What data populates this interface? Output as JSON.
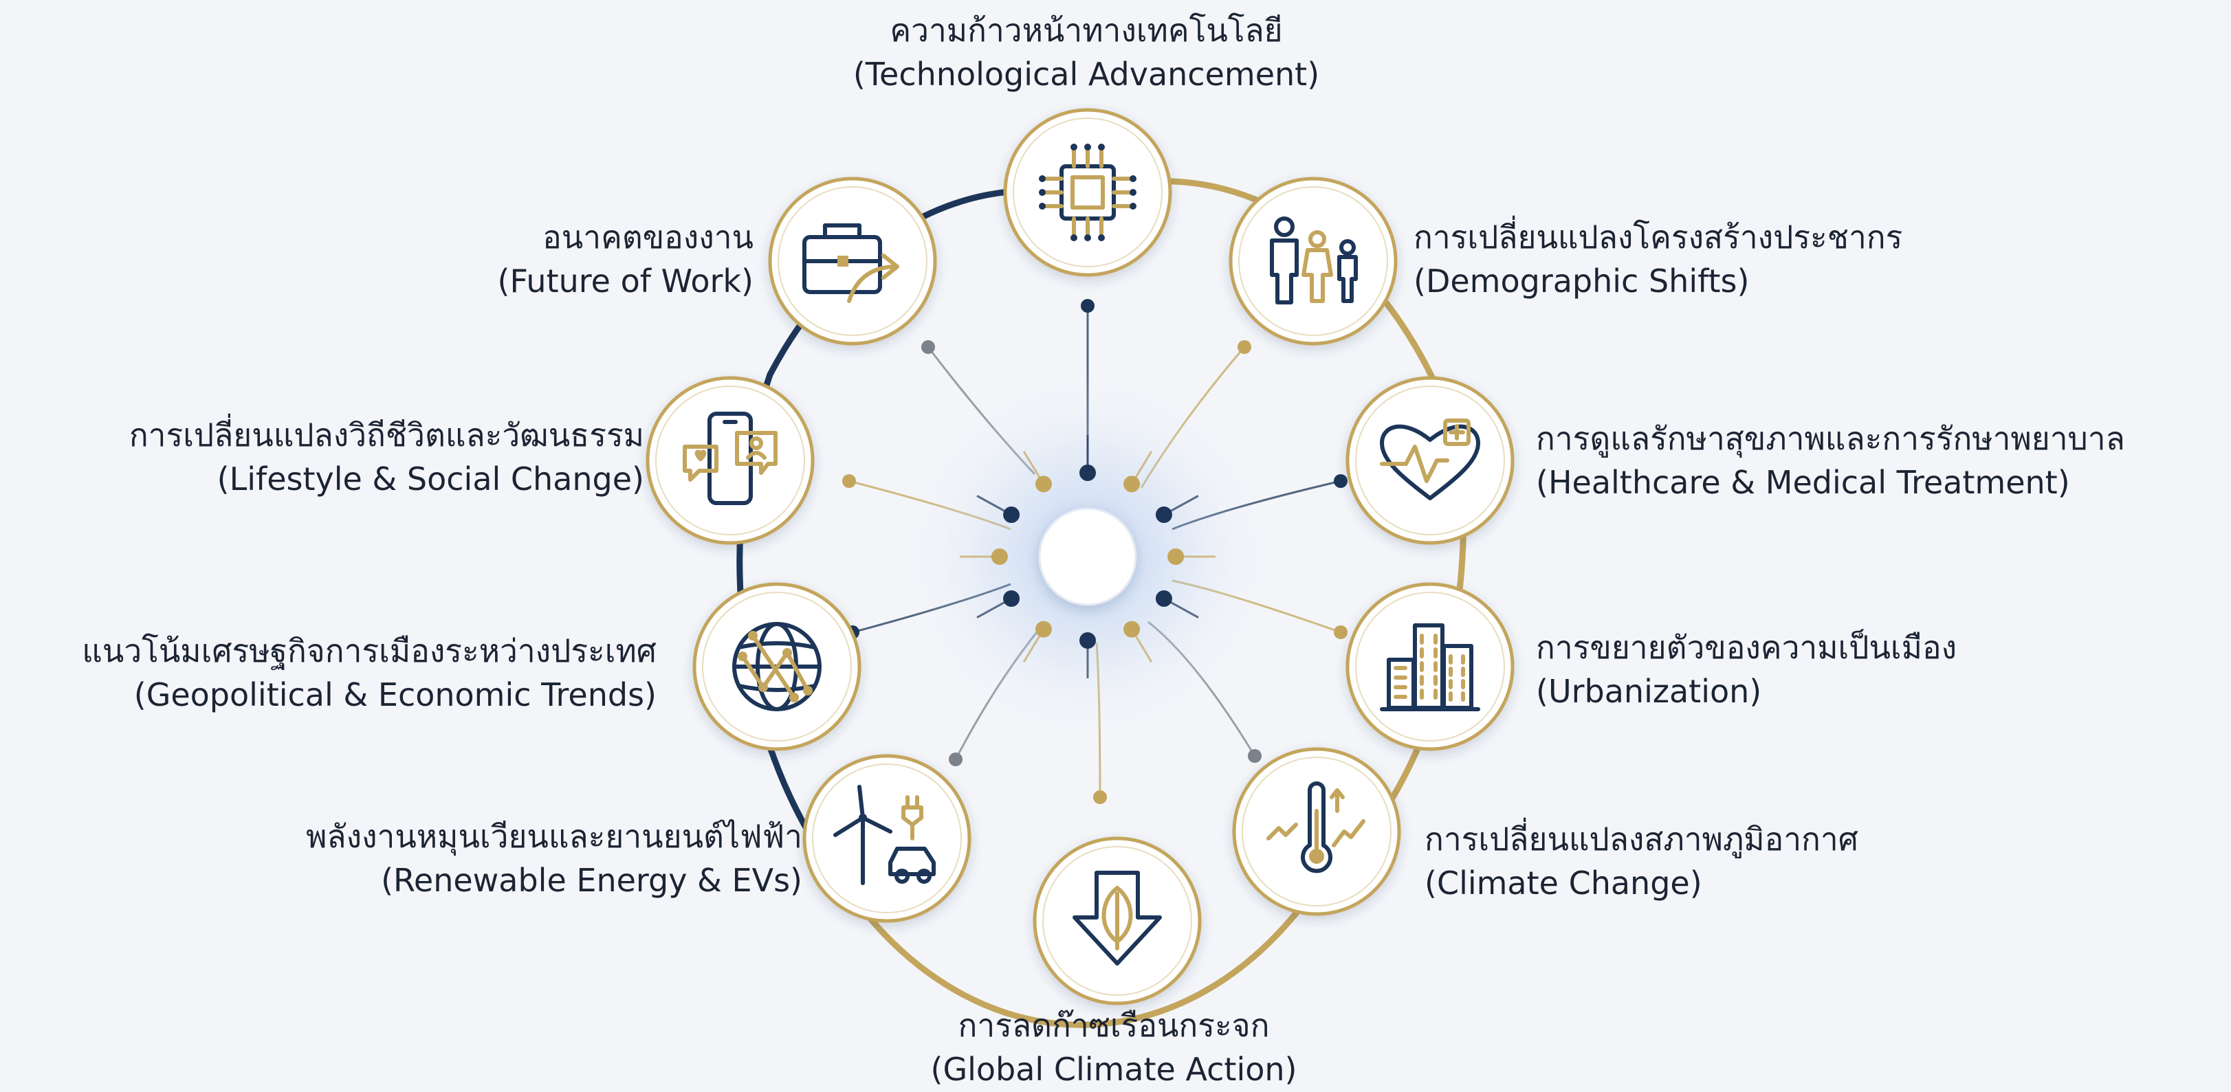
{
  "colors": {
    "navy": "#1c3558",
    "gold": "#c3a55c",
    "gray": "#7c828a",
    "background": "#f3f5f9",
    "circle_fill": "#ffffff"
  },
  "center": {
    "icon": "hub-circle"
  },
  "nodes": [
    {
      "id": "tech",
      "thai": "ความก้าวหน้าทางเทคโนโลยี",
      "english": "(Technological Advancement)",
      "icon": "microchip-icon"
    },
    {
      "id": "demographic",
      "thai": "การเปลี่ยนแปลงโครงสร้างประชากร",
      "english": "(Demographic Shifts)",
      "icon": "family-icon"
    },
    {
      "id": "healthcare",
      "thai": "การดูแลรักษาสุขภาพและการรักษาพยาบาล",
      "english": "(Healthcare & Medical Treatment)",
      "icon": "heart-pulse-icon"
    },
    {
      "id": "urbanization",
      "thai": "การขยายตัวของความเป็นเมือง",
      "english": "(Urbanization)",
      "icon": "buildings-icon"
    },
    {
      "id": "climate",
      "thai": "การเปลี่ยนแปลงสภาพภูมิอากาศ",
      "english": "(Climate Change)",
      "icon": "thermometer-icon"
    },
    {
      "id": "global-climate",
      "thai": "การลดก๊าซเรือนกระจก",
      "english": "(Global Climate Action)",
      "icon": "leaf-arrow-down-icon"
    },
    {
      "id": "renewable",
      "thai": "พลังงานหมุนเวียนและยานยนต์ไฟฟ้า",
      "english": "(Renewable Energy & EVs)",
      "icon": "wind-turbine-ev-icon"
    },
    {
      "id": "geopolitical",
      "thai": "แนวโน้มเศรษฐกิจการเมืองระหว่างประเทศ",
      "english": "(Geopolitical & Economic Trends)",
      "icon": "globe-network-icon"
    },
    {
      "id": "lifestyle",
      "thai": "การเปลี่ยนแปลงวิถีชีวิตและวัฒนธรรม",
      "english": "(Lifestyle & Social Change)",
      "icon": "smartphone-chat-icon"
    },
    {
      "id": "work",
      "thai": "อนาคตของงาน",
      "english": "(Future of Work)",
      "icon": "briefcase-arrow-icon"
    }
  ]
}
